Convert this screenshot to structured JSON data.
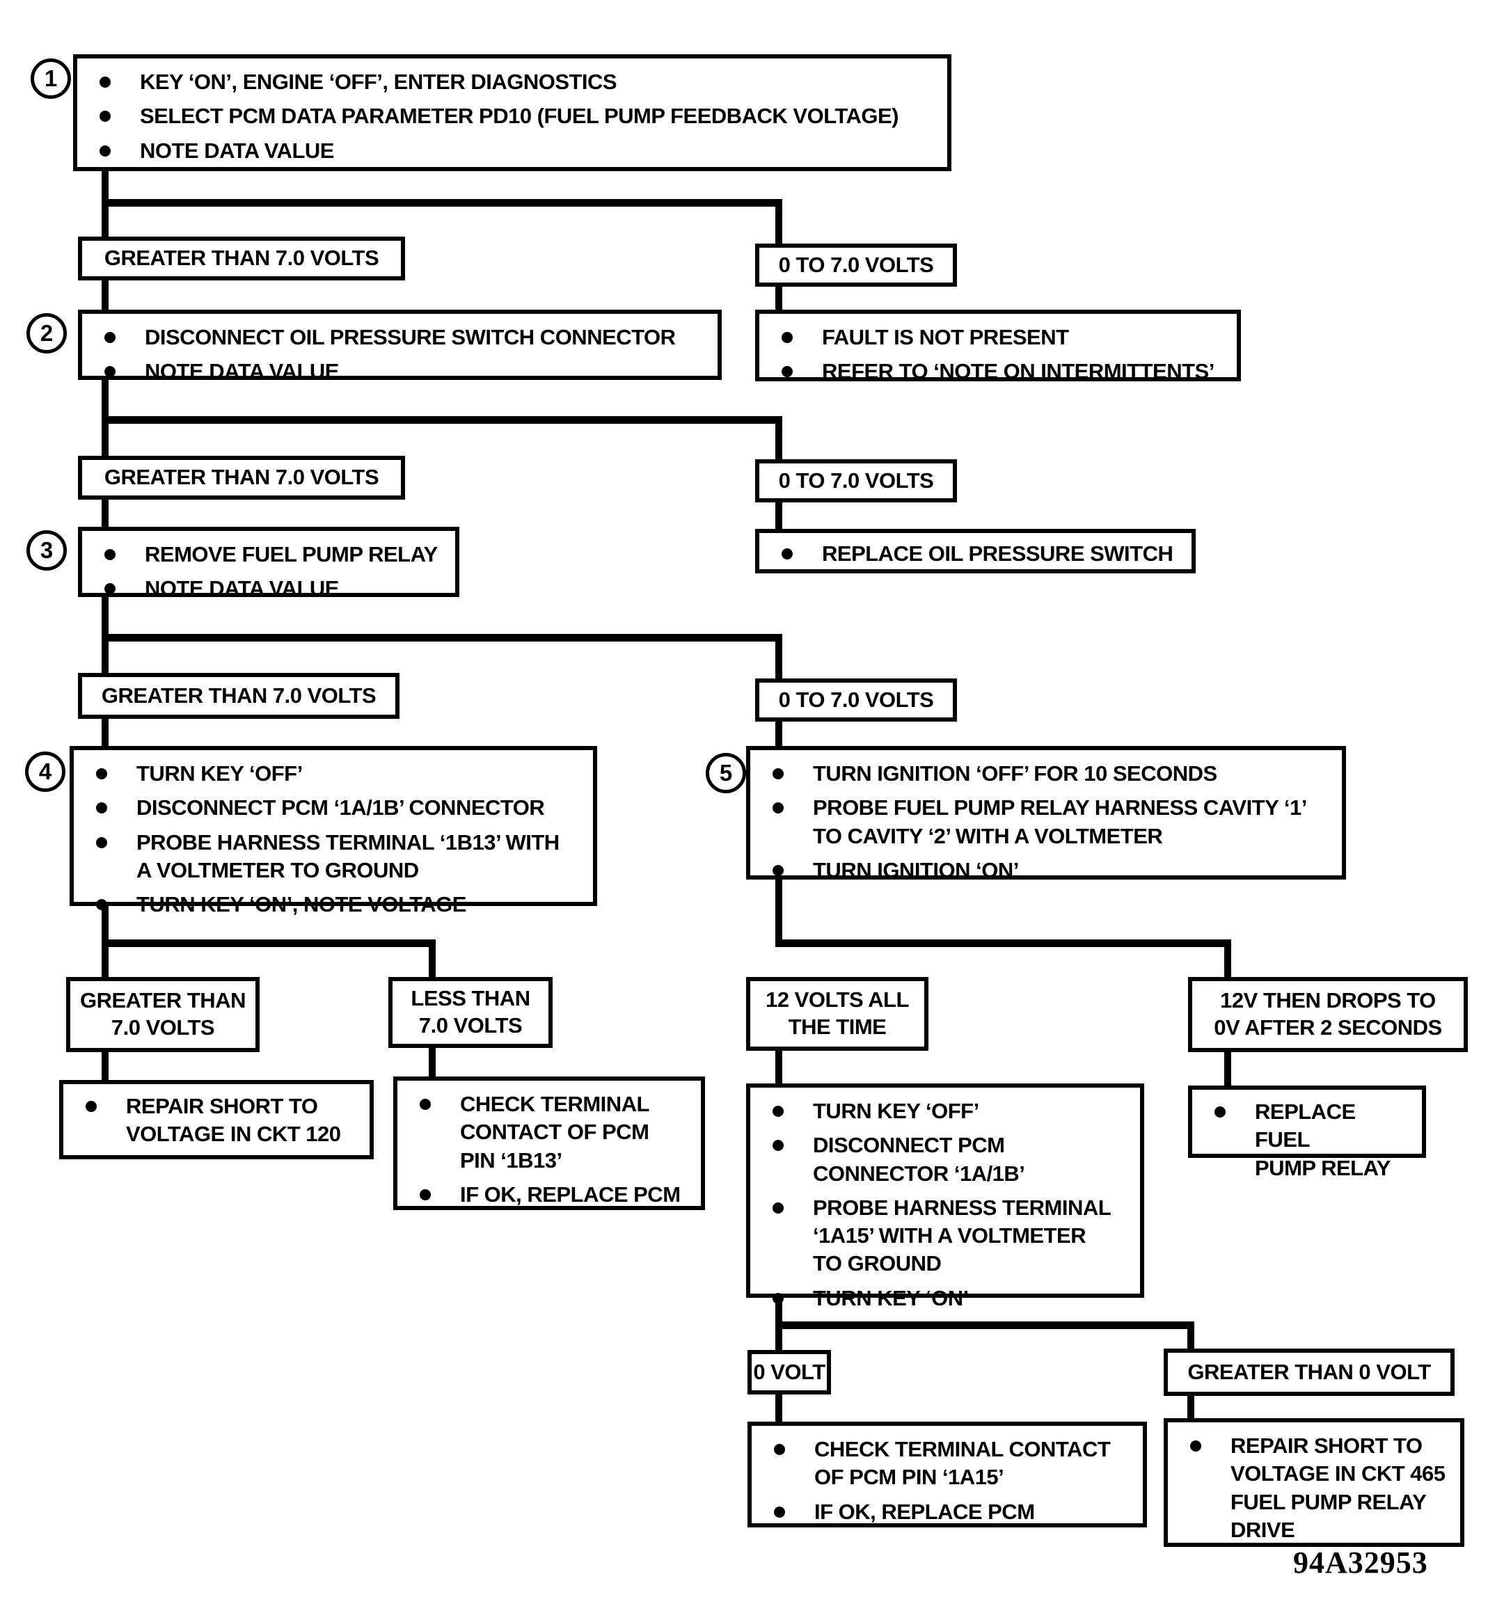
{
  "figure": {
    "id": "94A32953"
  },
  "colors": {
    "ink": "#000000",
    "background": "#ffffff"
  },
  "nodes": {
    "step1": {
      "number": "1",
      "bullets": [
        "KEY ‘ON’, ENGINE ‘OFF’, ENTER DIAGNOSTICS",
        "SELECT PCM DATA PARAMETER PD10 (FUEL PUMP FEEDBACK VOLTAGE)",
        "NOTE DATA VALUE"
      ]
    },
    "branch1": {
      "left": "GREATER THAN 7.0 VOLTS",
      "right": "0 TO 7.0 VOLTS"
    },
    "step2": {
      "number": "2",
      "bullets": [
        "DISCONNECT OIL PRESSURE SWITCH CONNECTOR",
        "NOTE DATA VALUE"
      ]
    },
    "fault_not_present": {
      "bullets": [
        "FAULT IS NOT PRESENT",
        "REFER TO ‘NOTE ON INTERMITTENTS’"
      ]
    },
    "branch2": {
      "left": "GREATER THAN 7.0 VOLTS",
      "right": "0 TO 7.0 VOLTS"
    },
    "step3": {
      "number": "3",
      "bullets": [
        "REMOVE FUEL PUMP RELAY",
        "NOTE DATA VALUE"
      ]
    },
    "replace_oil_pressure_switch": {
      "bullets": [
        "REPLACE OIL PRESSURE SWITCH"
      ]
    },
    "branch3": {
      "left": "GREATER THAN 7.0 VOLTS",
      "right": "0 TO 7.0 VOLTS"
    },
    "step4": {
      "number": "4",
      "bullets": [
        "TURN KEY ‘OFF’",
        "DISCONNECT PCM ‘1A/1B’ CONNECTOR",
        "PROBE HARNESS TERMINAL ‘1B13’ WITH\nA VOLTMETER TO GROUND",
        "TURN KEY ‘ON’, NOTE VOLTAGE"
      ]
    },
    "step5": {
      "number": "5",
      "bullets": [
        "TURN IGNITION ‘OFF’ FOR 10 SECONDS",
        "PROBE FUEL PUMP RELAY HARNESS CAVITY ‘1’\nTO CAVITY ‘2’ WITH A VOLTMETER",
        "TURN IGNITION ‘ON’"
      ]
    },
    "branch4": {
      "left": "GREATER THAN\n7.0 VOLTS",
      "right": "LESS THAN\n7.0 VOLTS"
    },
    "repair_ckt_120": {
      "bullets": [
        "REPAIR SHORT TO\nVOLTAGE IN CKT 120"
      ]
    },
    "check_pin_1b13": {
      "bullets": [
        "CHECK TERMINAL\nCONTACT OF PCM\nPIN ‘1B13’",
        "IF OK, REPLACE PCM"
      ]
    },
    "branch5": {
      "left": "12 VOLTS ALL\nTHE TIME",
      "right": "12V THEN DROPS TO\n0V AFTER 2 SECONDS"
    },
    "probe_1a15": {
      "bullets": [
        "TURN KEY ‘OFF’",
        "DISCONNECT PCM\nCONNECTOR ‘1A/1B’",
        "PROBE HARNESS TERMINAL\n‘1A15’ WITH A VOLTMETER\nTO GROUND",
        "TURN KEY ‘ON’"
      ]
    },
    "replace_fuel_pump_relay": {
      "bullets": [
        "REPLACE FUEL\nPUMP RELAY"
      ]
    },
    "branch6": {
      "left": "0 VOLT",
      "right": "GREATER THAN 0 VOLT"
    },
    "check_pin_1a15": {
      "bullets": [
        "CHECK TERMINAL CONTACT\nOF PCM PIN ‘1A15’",
        "IF OK, REPLACE PCM"
      ]
    },
    "repair_ckt_465": {
      "bullets": [
        "REPAIR SHORT TO\nVOLTAGE IN CKT 465\nFUEL PUMP RELAY\nDRIVE"
      ]
    }
  }
}
